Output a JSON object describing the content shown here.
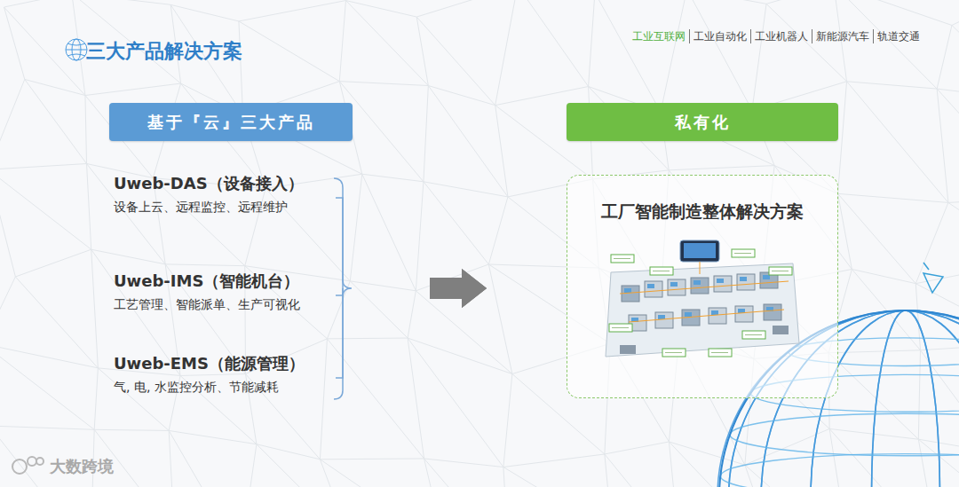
{
  "diagram": {
    "title": "三大产品解决方案",
    "nodes": [
      {
        "text": [
          "基于『云』三大产品"
        ]
      },
      {
        "text": [
          "Uweb-DAS（设备接入）",
          "设备上云、远程监控、远程维护"
        ]
      },
      {
        "text": [
          "Uweb-IMS（智能机台）",
          "工艺管理、智能派单、生产可视化"
        ]
      },
      {
        "text": [
          "Uweb-EMS（能源管理）",
          "气, 电, 水监控分析、节能减耗"
        ]
      },
      {
        "text": [
          "私有化"
        ]
      },
      {
        "text": [
          "工厂智能制造整体解决方案"
        ]
      }
    ],
    "edges": [
      {
        "from": 1,
        "to": 5,
        "arrow": "to"
      },
      {
        "from": 2,
        "to": 5,
        "arrow": "to"
      },
      {
        "from": 3,
        "to": 5,
        "arrow": "to"
      }
    ],
    "labels": [
      "工业互联网",
      "工业自动化",
      "工业机器人",
      "新能源汽车",
      "轨道交通",
      "大数跨境"
    ]
  }
}
